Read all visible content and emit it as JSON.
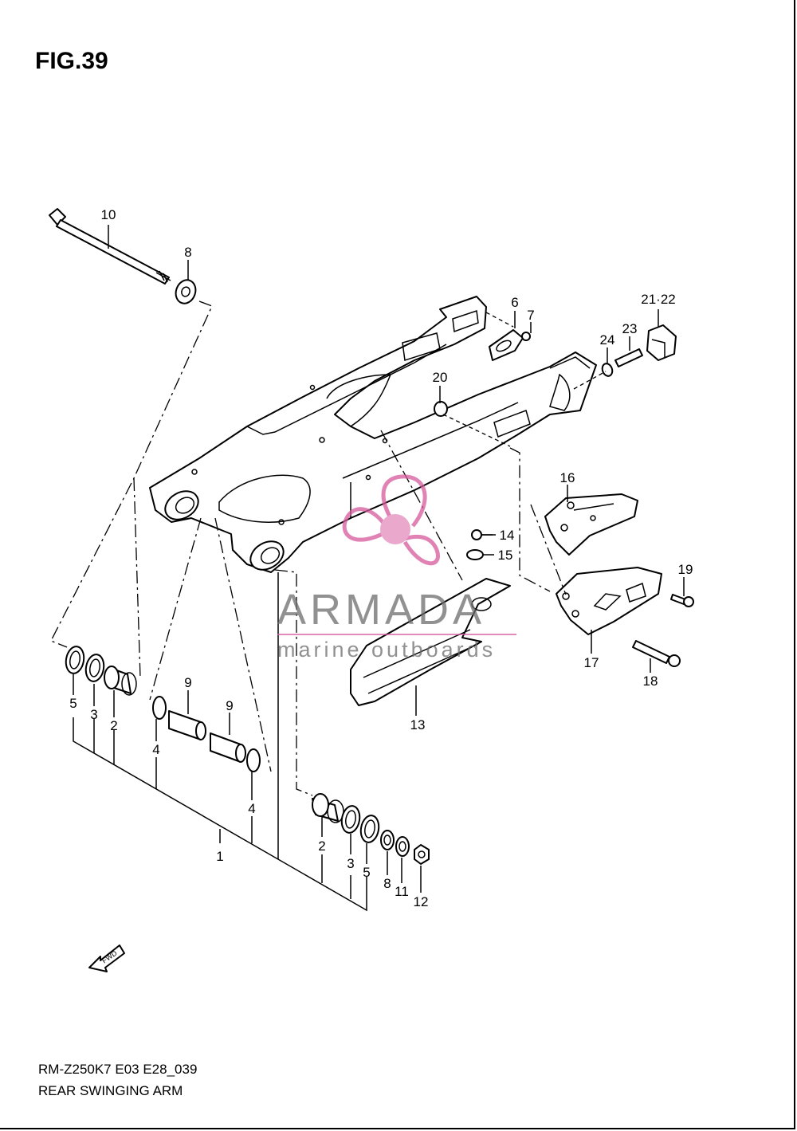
{
  "figure": {
    "number_label": "FIG.39"
  },
  "footer": {
    "model_code": "RM-Z250K7 E03 E28_039",
    "title": "REAR SWINGING ARM"
  },
  "watermark": {
    "brand": "ARMADA",
    "tagline": "marine outboards",
    "accent_color": "#d65a9c"
  },
  "direction_marker": {
    "label": "FWD"
  },
  "callouts": [
    {
      "id": "callout-10",
      "text": "10"
    },
    {
      "id": "callout-8-top",
      "text": "8"
    },
    {
      "id": "callout-6",
      "text": "6"
    },
    {
      "id": "callout-7",
      "text": "7"
    },
    {
      "id": "callout-21-22",
      "text": "21·22"
    },
    {
      "id": "callout-24",
      "text": "24"
    },
    {
      "id": "callout-23",
      "text": "23"
    },
    {
      "id": "callout-20",
      "text": "20"
    },
    {
      "id": "callout-16",
      "text": "16"
    },
    {
      "id": "callout-14",
      "text": "14"
    },
    {
      "id": "callout-15",
      "text": "15"
    },
    {
      "id": "callout-19",
      "text": "19"
    },
    {
      "id": "callout-17",
      "text": "17"
    },
    {
      "id": "callout-18",
      "text": "18"
    },
    {
      "id": "callout-13",
      "text": "13"
    },
    {
      "id": "callout-5-left",
      "text": "5"
    },
    {
      "id": "callout-3-left",
      "text": "3"
    },
    {
      "id": "callout-2-left",
      "text": "2"
    },
    {
      "id": "callout-9-upper",
      "text": "9"
    },
    {
      "id": "callout-9-lower",
      "text": "9"
    },
    {
      "id": "callout-4-left",
      "text": "4"
    },
    {
      "id": "callout-4-right",
      "text": "4"
    },
    {
      "id": "callout-1",
      "text": "1"
    },
    {
      "id": "callout-2-right",
      "text": "2"
    },
    {
      "id": "callout-3-right",
      "text": "3"
    },
    {
      "id": "callout-5-right",
      "text": "5"
    },
    {
      "id": "callout-8-bottom",
      "text": "8"
    },
    {
      "id": "callout-11",
      "text": "11"
    },
    {
      "id": "callout-12",
      "text": "12"
    }
  ]
}
